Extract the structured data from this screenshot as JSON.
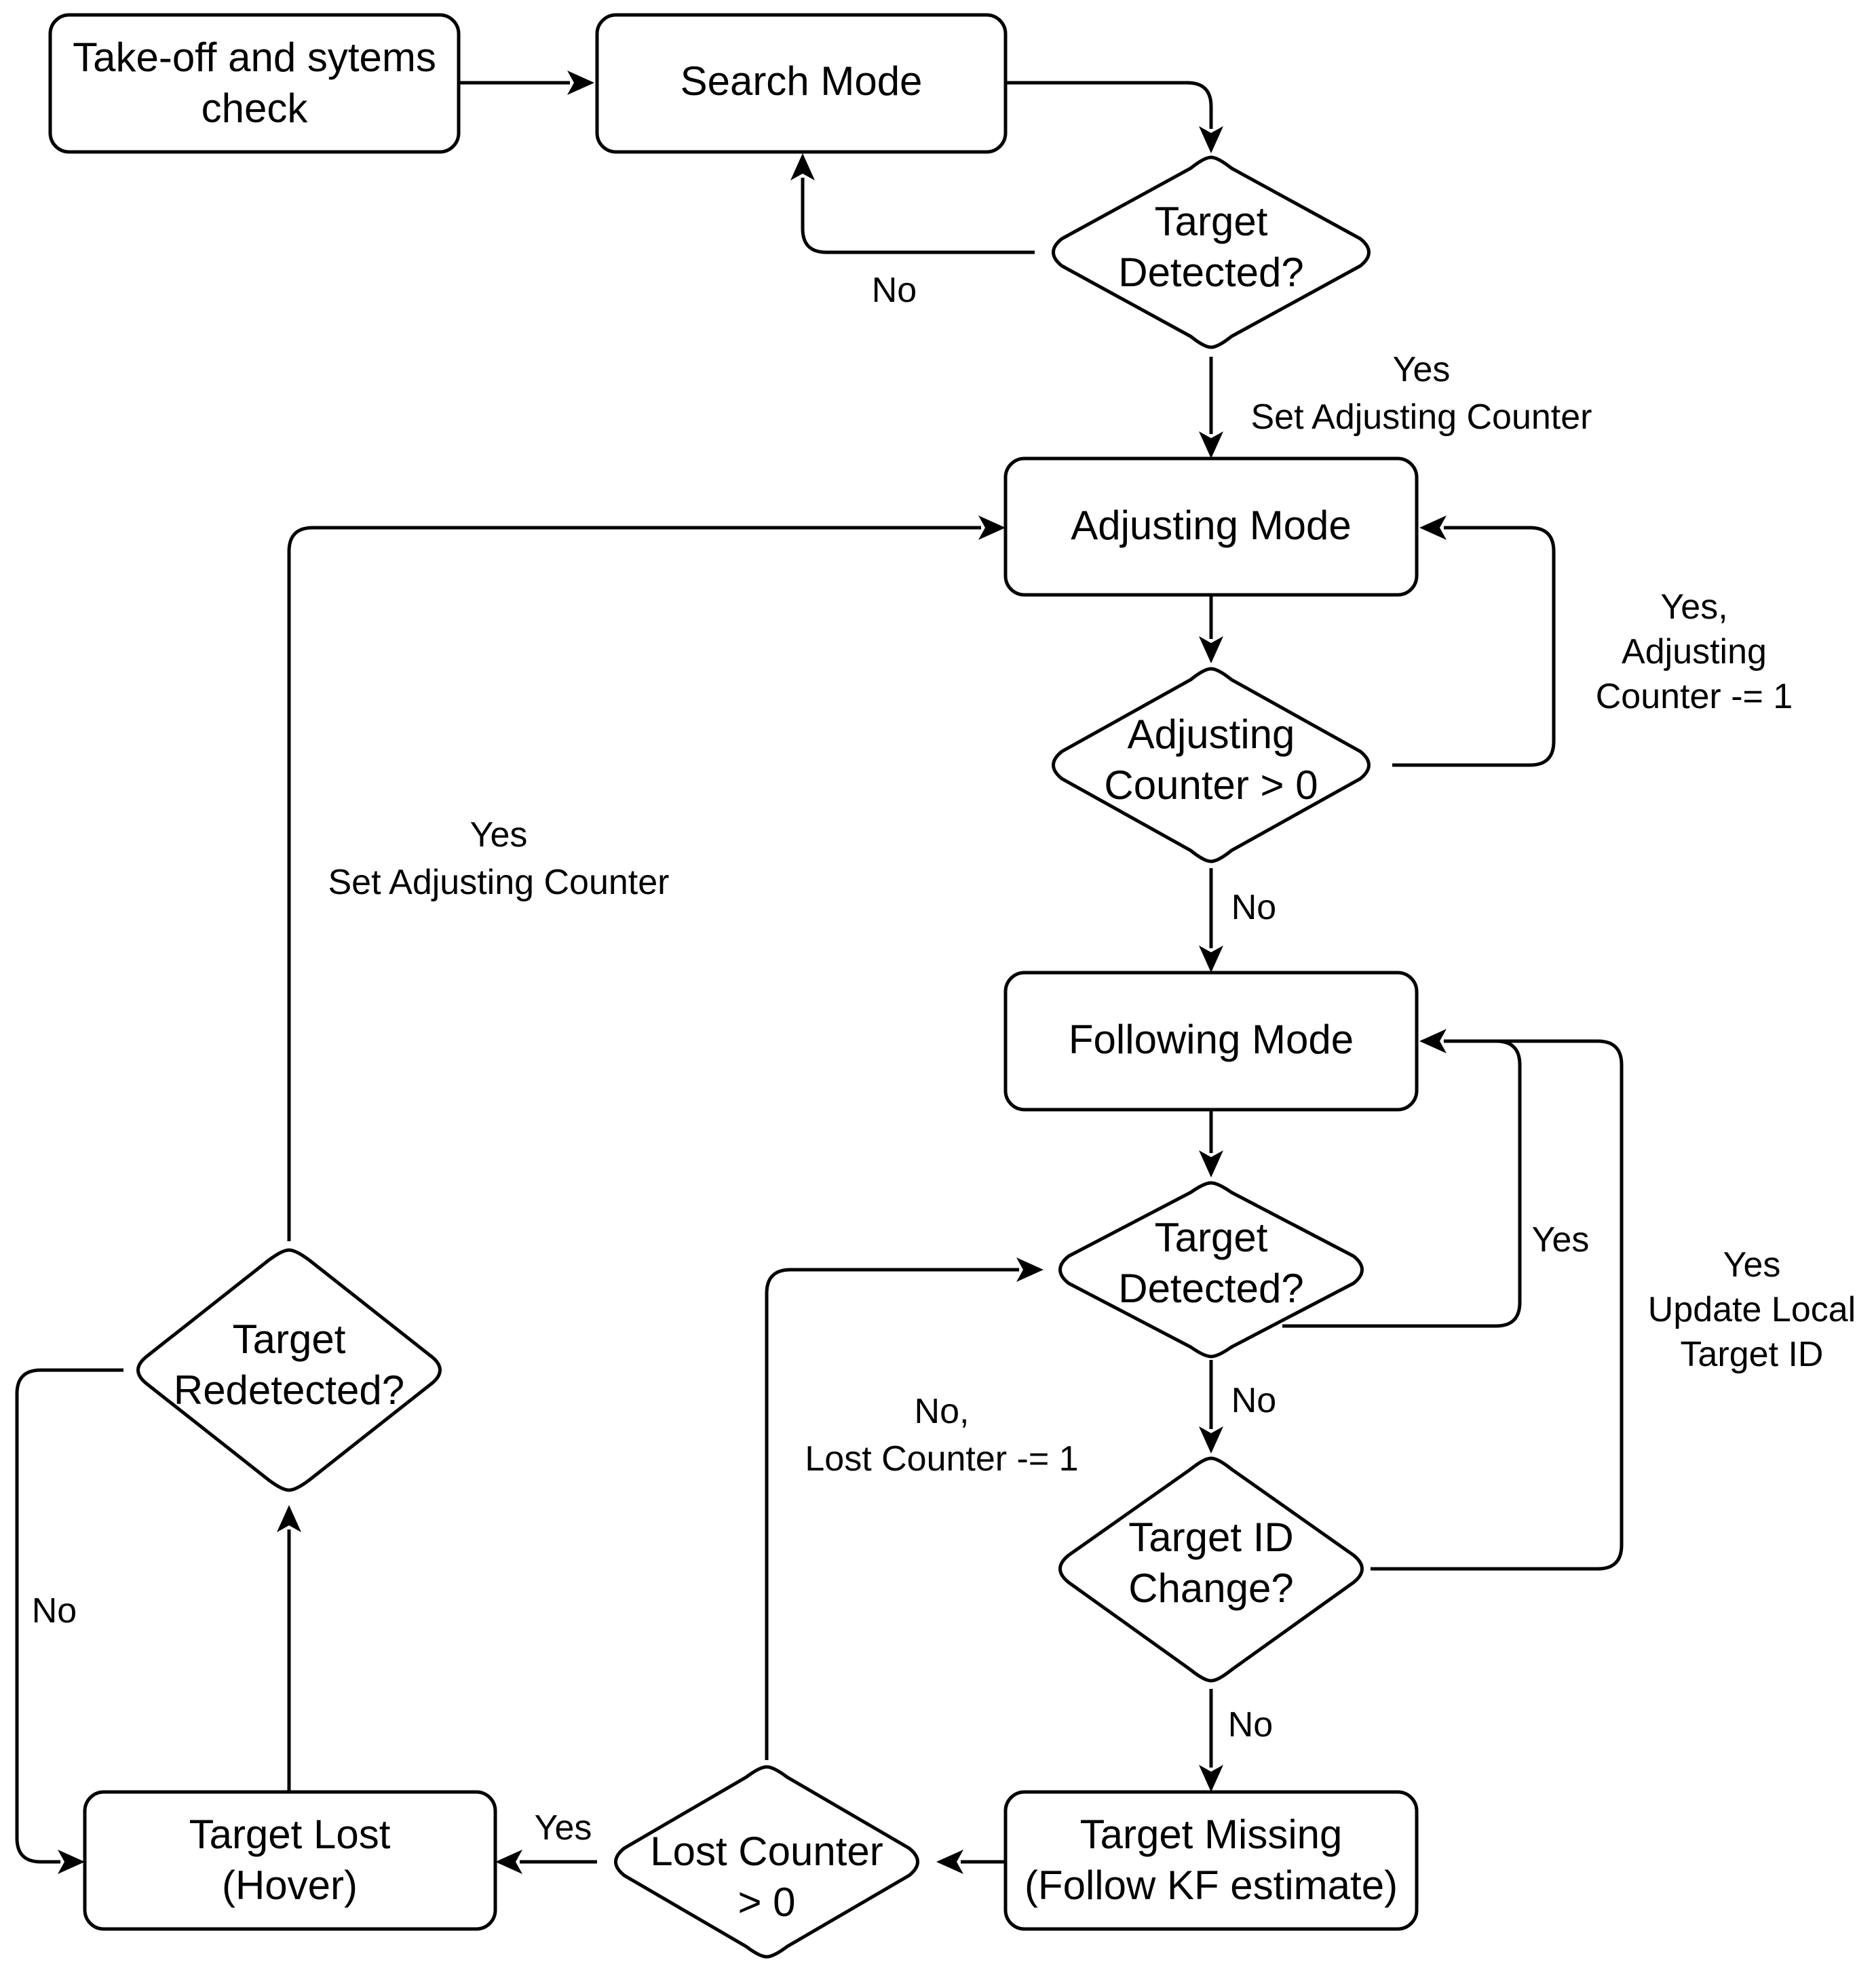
{
  "diagram": {
    "nodes": {
      "takeoff": {
        "lines": [
          "Take-off and sytems",
          "check"
        ]
      },
      "search": {
        "lines": [
          "Search Mode"
        ]
      },
      "target_detected_1": {
        "lines": [
          "Target",
          "Detected?"
        ]
      },
      "adjusting": {
        "lines": [
          "Adjusting Mode"
        ]
      },
      "adjusting_counter": {
        "lines": [
          "Adjusting",
          "Counter > 0"
        ]
      },
      "following": {
        "lines": [
          "Following Mode"
        ]
      },
      "target_detected_2": {
        "lines": [
          "Target",
          "Detected?"
        ]
      },
      "target_id_change": {
        "lines": [
          "Target ID",
          "Change?"
        ]
      },
      "target_missing": {
        "lines": [
          "Target Missing",
          "(Follow KF estimate)"
        ]
      },
      "lost_counter": {
        "lines": [
          "Lost Counter",
          "> 0"
        ]
      },
      "target_lost": {
        "lines": [
          "Target Lost",
          "(Hover)"
        ]
      },
      "target_redetected": {
        "lines": [
          "Target",
          "Redetected?"
        ]
      }
    },
    "edge_labels": {
      "detected1_no": [
        "No"
      ],
      "detected1_yes": [
        "Yes",
        "Set Adjusting Counter"
      ],
      "adjcounter_yes": [
        "Yes,",
        "Adjusting",
        "Counter -= 1"
      ],
      "adjcounter_no": [
        "No"
      ],
      "detected2_yes": [
        "Yes"
      ],
      "detected2_no": [
        "No"
      ],
      "idchange_yes": [
        "Yes",
        "Update Local",
        "Target ID"
      ],
      "idchange_no": [
        "No"
      ],
      "lostcounter_no": [
        "No,",
        "Lost Counter -= 1"
      ],
      "lostcounter_yes": [
        "Yes"
      ],
      "redetected_yes": [
        "Yes",
        "Set Adjusting Counter"
      ],
      "redetected_no": [
        "No"
      ]
    }
  }
}
